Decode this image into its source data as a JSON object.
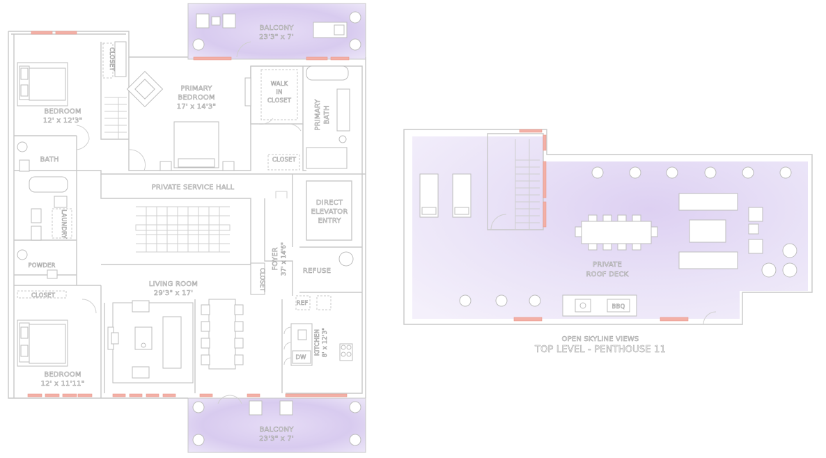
{
  "colors": {
    "wall": "#c8c8c8",
    "window": "#f3b0a6",
    "outdoor_tint": "#d9cdf0",
    "label_outline": "#9a9a9a"
  },
  "main_level": {
    "balcony_top": {
      "name": "BALCONY",
      "size": "23'3\" x 7'"
    },
    "closet_top_left": "CLOSET",
    "bedroom_1": {
      "name": "BEDROOM",
      "size": "12' x 12'3\""
    },
    "primary_bedroom": {
      "name": "PRIMARY",
      "name2": "BEDROOM",
      "size": "17' x 14'3\""
    },
    "walk_in_closet": [
      "WALK",
      "IN",
      "CLOSET"
    ],
    "primary_bath": [
      "PRIMARY",
      "BATH"
    ],
    "bath": "BATH",
    "closet_bath": "CLOSET",
    "private_service_hall": "PRIVATE SERVICE HALL",
    "direct_elevator_entry": [
      "DIRECT",
      "ELEVATOR",
      "ENTRY"
    ],
    "laundry": "LAUNDRY",
    "powder": "POWDER",
    "foyer": {
      "name": "FOYER",
      "size": "37' x 14'6\""
    },
    "closet_foyer": "CLOSET",
    "refuse": "REFUSE",
    "closet_bedroom2": "CLOSET",
    "living_room": {
      "name": "LIVING ROOM",
      "size": "29'3\" x 17'"
    },
    "ref": "REF",
    "dw": "DW",
    "kitchen": {
      "name": "KITCHEN",
      "size": "8' x 12'3\""
    },
    "bedroom_2": {
      "name": "BEDROOM",
      "size": "12' x 11'11\""
    },
    "balcony_bottom": {
      "name": "BALCONY",
      "size": "23'3\" x 7'"
    }
  },
  "top_level": {
    "deck": [
      "PRIVATE",
      "ROOF DECK"
    ],
    "bbq": "BBQ",
    "views": "OPEN SKYLINE VIEWS",
    "title": "TOP LEVEL - PENTHOUSE 11"
  }
}
